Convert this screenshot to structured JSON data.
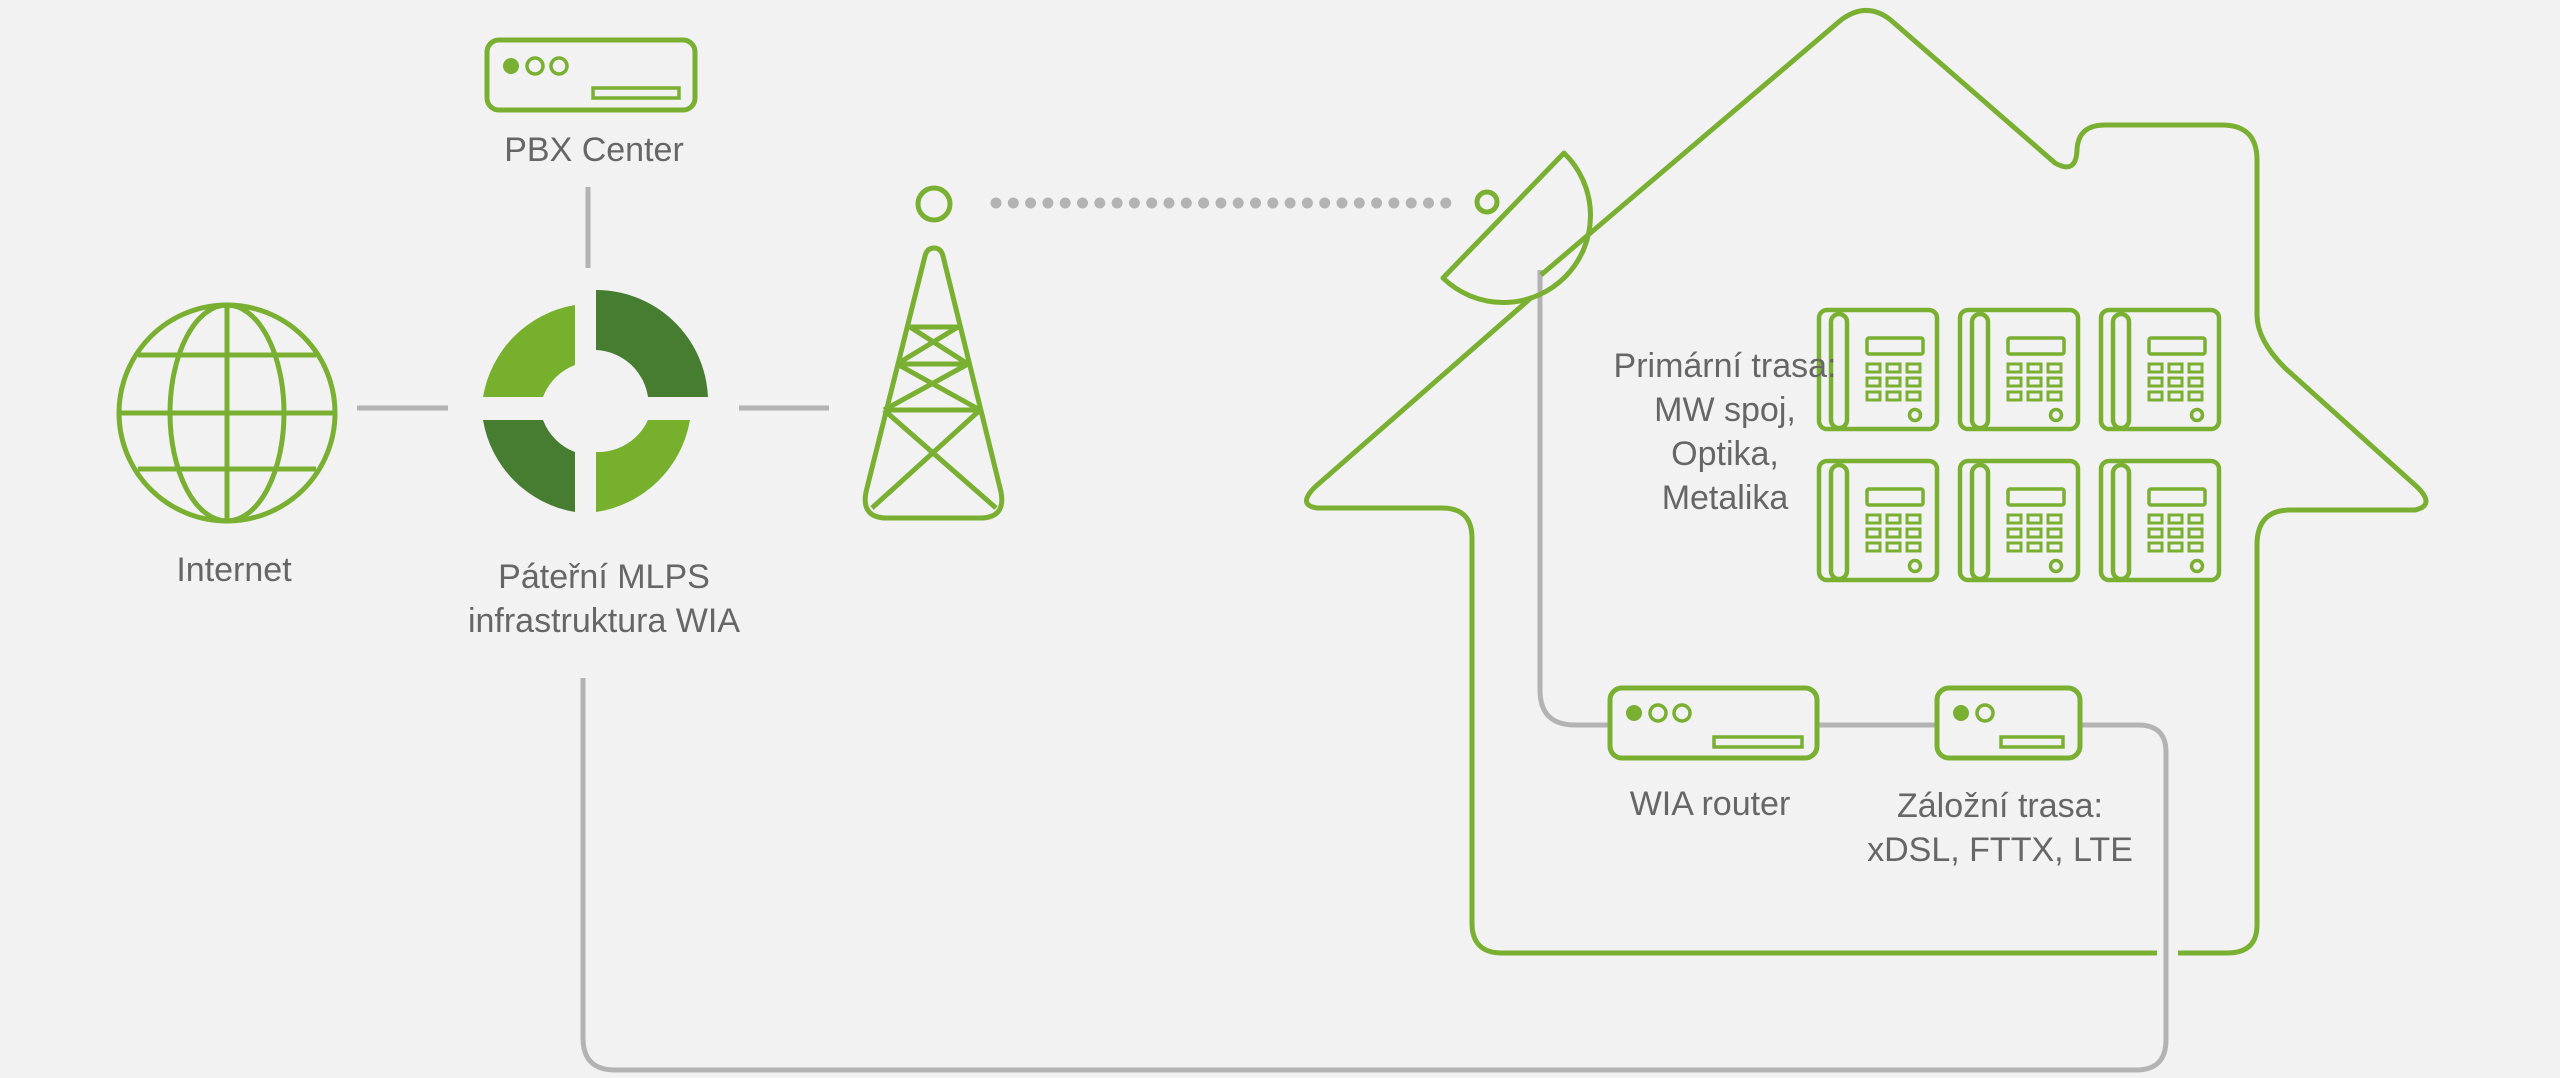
{
  "colors": {
    "green": "#79b032",
    "green_light": "#76b02d",
    "green_dark": "#477d30",
    "line_gray": "#b3b3b3",
    "text": "#666666",
    "background": "#f2f2f2"
  },
  "nodes": {
    "pbx": {
      "label": "PBX Center",
      "icon": "server-icon"
    },
    "internet": {
      "label": "Internet",
      "icon": "globe-icon"
    },
    "backbone": {
      "label_line1": "Páteřní MLPS",
      "label_line2": "infrastruktura WIA",
      "icon": "lifebuoy-icon"
    },
    "tower": {
      "icon": "radio-tower-icon"
    },
    "dish": {
      "icon": "satellite-dish-icon"
    },
    "house": {
      "icon": "house-outline-icon"
    },
    "primary_route": {
      "line1": "Primární trasa:",
      "line2": "MW spoj,",
      "line3": "Optika,",
      "line4": "Metalika"
    },
    "phones": {
      "icon": "desk-phone-icon",
      "count": 6
    },
    "wia_router": {
      "label": "WIA router",
      "icon": "router-icon"
    },
    "backup_route": {
      "line1": "Záložní trasa:",
      "line2": "xDSL, FTTX, LTE",
      "icon": "router-icon"
    }
  }
}
